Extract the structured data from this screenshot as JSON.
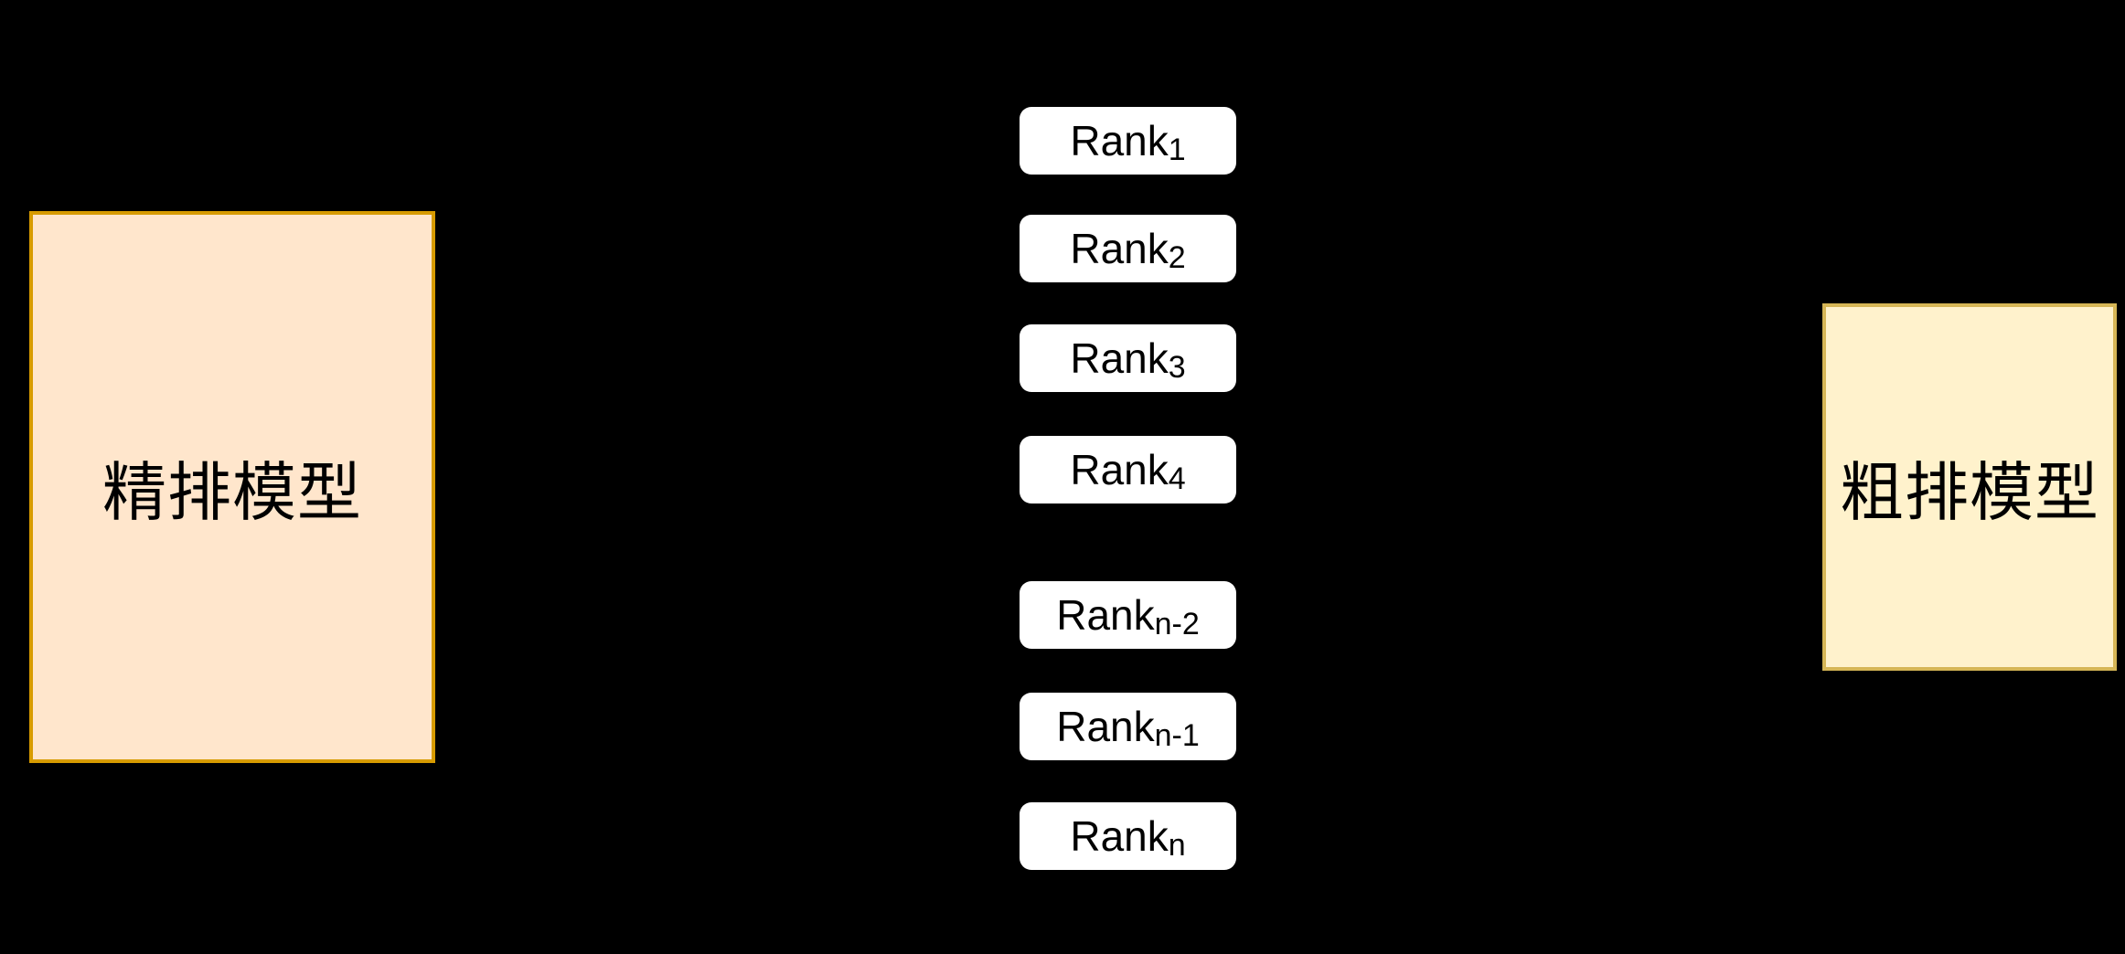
{
  "canvas": {
    "background_color": "#000000"
  },
  "left_box": {
    "label": "精排模型",
    "fill_color": "#FFE6CC",
    "border_color": "#D79B00",
    "text_color": "#000000"
  },
  "right_box": {
    "label": "粗排模型",
    "fill_color": "#FFF2CC",
    "border_color": "#D6B656",
    "text_color": "#000000"
  },
  "rank_list": {
    "fill_color": "#FFFFFF",
    "text_color": "#000000",
    "items": [
      {
        "base": "Rank",
        "sub": "1"
      },
      {
        "base": "Rank",
        "sub": "2"
      },
      {
        "base": "Rank",
        "sub": "3"
      },
      {
        "base": "Rank",
        "sub": "4"
      },
      {
        "base": "Rank",
        "sub": "n-2"
      },
      {
        "base": "Rank",
        "sub": "n-1"
      },
      {
        "base": "Rank",
        "sub": "n"
      }
    ]
  }
}
